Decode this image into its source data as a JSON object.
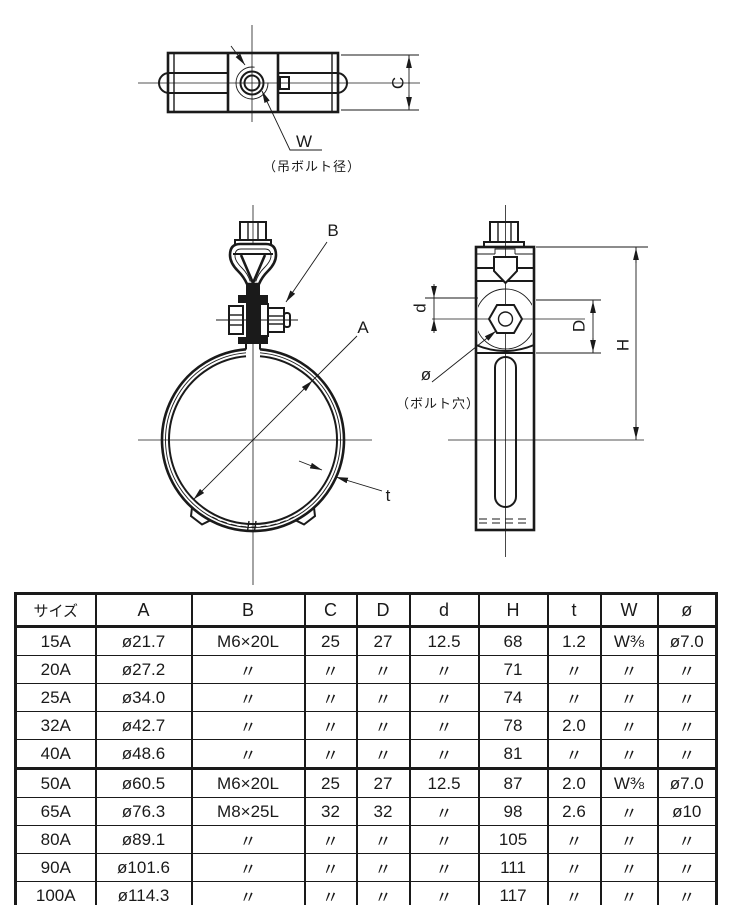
{
  "colors": {
    "ink": "#1a1a1a",
    "background": "#ffffff"
  },
  "drawing": {
    "top_view": {
      "labels": {
        "w": "W",
        "w_note": "（吊ボルト径）",
        "c": "C"
      }
    },
    "front_view": {
      "labels": {
        "b": "B",
        "a": "A",
        "t": "t"
      }
    },
    "side_view": {
      "labels": {
        "d_small": "d",
        "d_large": "D",
        "h": "H",
        "phi": "ø",
        "phi_note": "（ボルト穴）"
      }
    }
  },
  "table": {
    "headers": [
      "サイズ",
      "A",
      "B",
      "C",
      "D",
      "d",
      "H",
      "t",
      "W",
      "ø"
    ],
    "rows": [
      [
        "15A",
        "ø21.7",
        "M6×20L",
        "25",
        "27",
        "12.5",
        "68",
        "1.2",
        "W⅜",
        "ø7.0"
      ],
      [
        "20A",
        "ø27.2",
        "〃",
        "〃",
        "〃",
        "〃",
        "71",
        "〃",
        "〃",
        "〃"
      ],
      [
        "25A",
        "ø34.0",
        "〃",
        "〃",
        "〃",
        "〃",
        "74",
        "〃",
        "〃",
        "〃"
      ],
      [
        "32A",
        "ø42.7",
        "〃",
        "〃",
        "〃",
        "〃",
        "78",
        "2.0",
        "〃",
        "〃"
      ],
      [
        "40A",
        "ø48.6",
        "〃",
        "〃",
        "〃",
        "〃",
        "81",
        "〃",
        "〃",
        "〃"
      ],
      [
        "50A",
        "ø60.5",
        "M6×20L",
        "25",
        "27",
        "12.5",
        "87",
        "2.0",
        "W⅜",
        "ø7.0"
      ],
      [
        "65A",
        "ø76.3",
        "M8×25L",
        "32",
        "32",
        "〃",
        "98",
        "2.6",
        "〃",
        "ø10"
      ],
      [
        "80A",
        "ø89.1",
        "〃",
        "〃",
        "〃",
        "〃",
        "105",
        "〃",
        "〃",
        "〃"
      ],
      [
        "90A",
        "ø101.6",
        "〃",
        "〃",
        "〃",
        "〃",
        "111",
        "〃",
        "〃",
        "〃"
      ],
      [
        "100A",
        "ø114.3",
        "〃",
        "〃",
        "〃",
        "〃",
        "117",
        "〃",
        "〃",
        "〃"
      ]
    ]
  }
}
